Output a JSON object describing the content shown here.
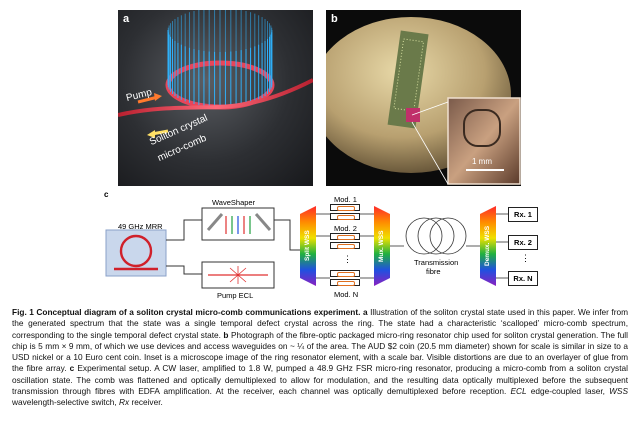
{
  "panel_a": {
    "label": "a",
    "pump_label": "Pump",
    "comb_label_1": "Soliton crystal",
    "comb_label_2": "micro-comb"
  },
  "panel_b": {
    "label": "b",
    "scale_label": "1 mm"
  },
  "panel_c": {
    "label": "c",
    "mrr_label": "49 GHz MRR",
    "waveshaper_label": "WaveShaper",
    "pump_ecl_label": "Pump ECL",
    "split_wss_label": "Split WSS",
    "mux_wss_label": "Mux. WSS",
    "demux_wss_label": "Demux. WSS",
    "mods": [
      "Mod. 1",
      "Mod. 2",
      "Mod. N"
    ],
    "vdots": "⋮",
    "fibre_label_1": "Transmission",
    "fibre_label_2": "fibre",
    "receivers": [
      "Rx. 1",
      "Rx. 2",
      "Rx. N"
    ]
  },
  "caption": {
    "fig": "Fig. 1",
    "title": "Conceptual diagram of a soliton crystal micro-comb communications experiment.",
    "a_lab": "a",
    "a_text": "Illustration of the soliton crystal state used in this paper. We infer from the generated spectrum that the state was a single temporal defect crystal across the ring. The state had a characteristic ‘scalloped’ micro-comb spectrum, corresponding to the single temporal defect crystal state.",
    "b_lab": "b",
    "b_text": "Photograph of the fibre-optic packaged micro-ring resonator chip used for soliton crystal generation. The full chip is 5 mm × 9 mm, of which we use devices and access waveguides on ~ ¼ of the area. The AUD $2 coin (20.5 mm diameter) shown for scale is similar in size to a USD nickel or a 10 Euro cent coin. Inset is a microscope image of the ring resonator element, with a scale bar. Visible distortions are due to an overlayer of glue from the fibre array.",
    "c_lab": "c",
    "c_text": "Experimental setup. A CW laser, amplified to 1.8 W, pumped a 48.9 GHz FSR micro-ring resonator, producing a micro-comb from a soliton crystal oscillation state. The comb was flattened and optically demultiplexed to allow for modulation, and the resulting data optically multiplexed before the subsequent transmission through fibres with EDFA amplification. At the receiver, each channel was optically demultiplexed before reception.",
    "ecl": "ECL",
    "ecl_text": "edge-coupled laser,",
    "wss": "WSS",
    "wss_text": "wavelength-selective switch,",
    "rx": "Rx",
    "rx_text": "receiver."
  },
  "colors": {
    "ring": "#2fb4ff",
    "waveguide": "#e8455a",
    "pump_arrow": "#ff7a2e",
    "comb_arrow": "#ffe066",
    "mrr_fill": "#c9d7ec",
    "ring_red": "#d0202a"
  }
}
